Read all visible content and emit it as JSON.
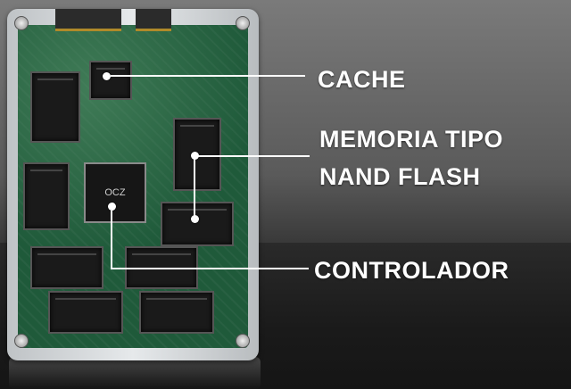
{
  "labels": {
    "cache": "CACHE",
    "memory_line1": "MEMORIA TIPO",
    "memory_line2": "NAND FLASH",
    "controller": "CONTROLADOR"
  },
  "chip_brand": "OCZ",
  "colors": {
    "background_top": "#7a7a7a",
    "background_bottom": "#1e1e1e",
    "pcb": "#1f5a3a",
    "label_text": "#ffffff"
  }
}
